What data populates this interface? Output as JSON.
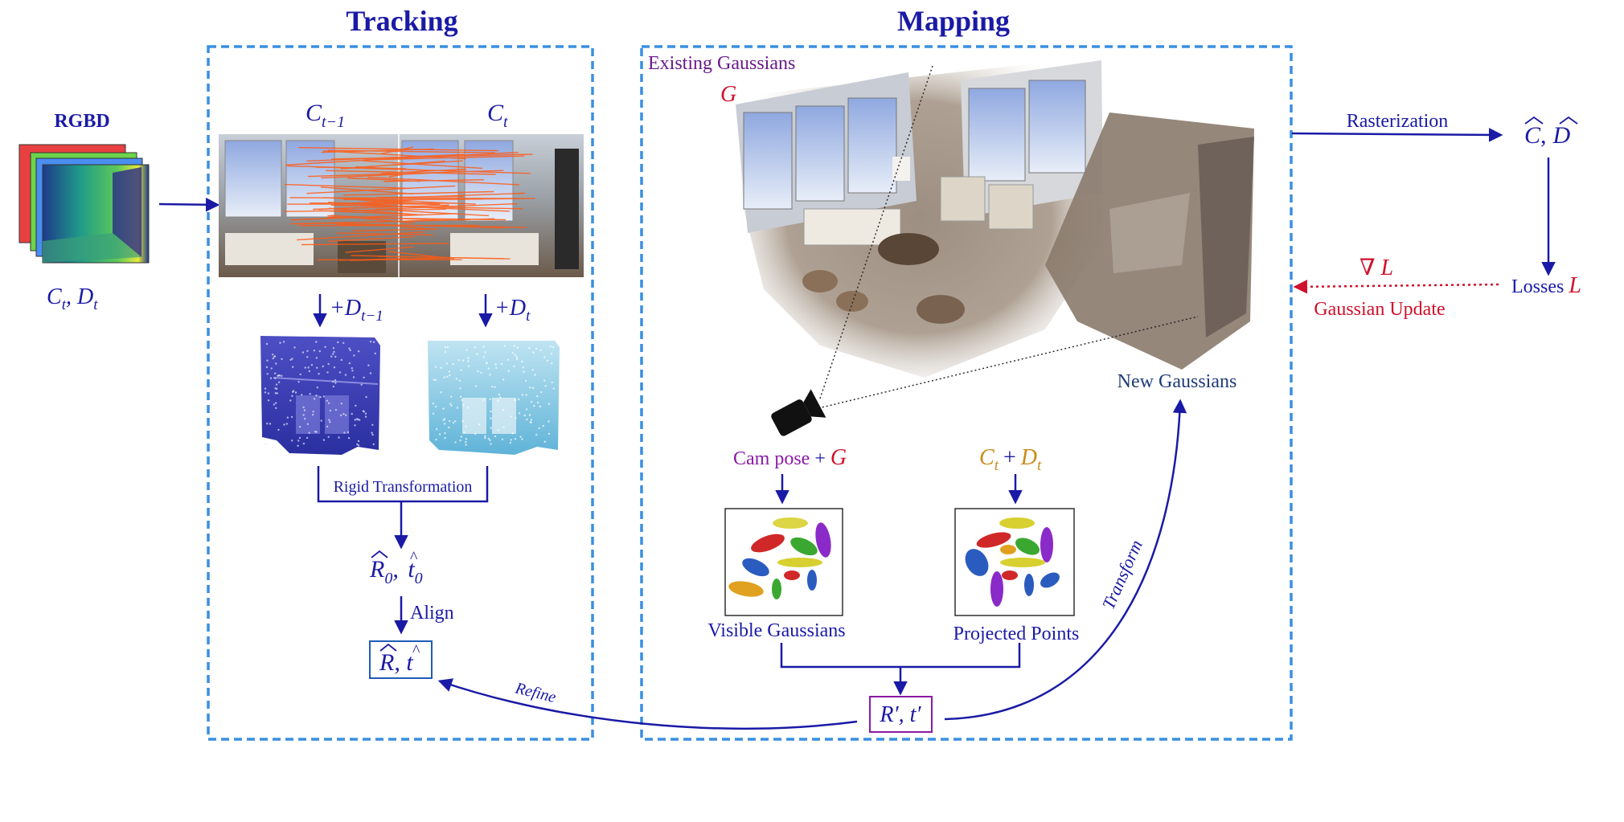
{
  "titles": {
    "tracking": "Tracking",
    "mapping": "Mapping"
  },
  "input": {
    "label": "RGBD",
    "caption_c": "C",
    "caption_c_sub": "t",
    "caption_d": "D",
    "caption_d_sub": "t"
  },
  "tracking": {
    "frame_prev": "C",
    "frame_prev_sub": "t−1",
    "frame_curr": "C",
    "frame_curr_sub": "t",
    "depth_prev": "+D",
    "depth_prev_sub": "t−1",
    "depth_curr": "+D",
    "depth_curr_sub": "t",
    "rigid": "Rigid Transformation",
    "r0": "R",
    "r0_sub": "0",
    "t0": "t",
    "t0_sub": "0",
    "align": "Align",
    "final_r": "R",
    "final_t": "t",
    "refine": "Refine"
  },
  "mapping": {
    "existing": "Existing Gaussians",
    "g": "G",
    "new": "New Gaussians",
    "cam_pose": "Cam pose",
    "plus": "+",
    "ct": "C",
    "ct_sub": "t",
    "dt": "D",
    "dt_sub": "t",
    "visible": "Visible Gaussians",
    "projected": "Projected Points",
    "r_prime": "R′, t′",
    "transform": "Transform"
  },
  "right": {
    "rasterization": "Rasterization",
    "c_hat": "C",
    "d_hat": "D",
    "comma": ",",
    "losses": "Losses",
    "l": "L",
    "grad": "∇ L",
    "update": "Gaussian Update"
  },
  "colors": {
    "blue": "#1a1aa6",
    "red": "#d0102a",
    "purple": "#8a1aa6",
    "orange": "#c98a16",
    "dash_box": "#3a8fe0",
    "navy": "#1f3a78"
  }
}
